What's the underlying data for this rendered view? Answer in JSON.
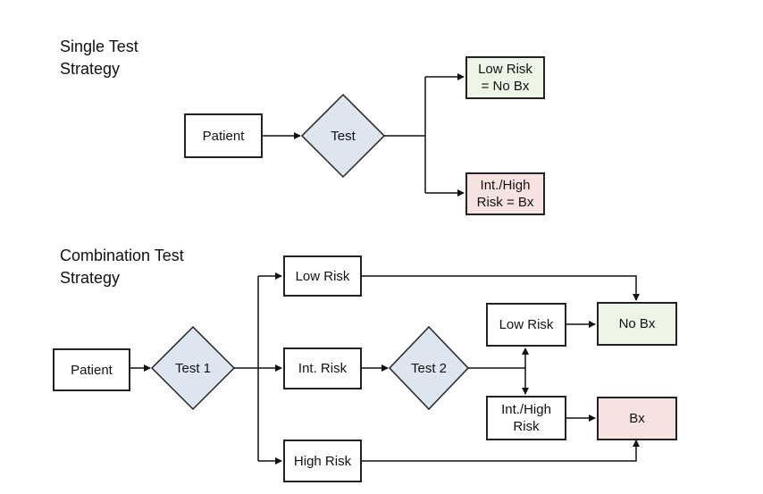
{
  "single": {
    "title": "Single Test\nStrategy",
    "patient": "Patient",
    "test": "Test",
    "low": "Low Risk\n= No Bx",
    "high": "Int./High\nRisk = Bx"
  },
  "combo": {
    "title": "Combination Test\nStrategy",
    "patient": "Patient",
    "test1": "Test 1",
    "test2": "Test 2",
    "low": "Low Risk",
    "int": "Int. Risk",
    "high": "High Risk",
    "low2": "Low Risk",
    "inthigh2": "Int./High\nRisk",
    "nobx": "No Bx",
    "bx": "Bx"
  },
  "colors": {
    "diamond_fill": "#dde5f1",
    "low_fill": "#edf5e6",
    "high_fill": "#f6e3e1"
  }
}
